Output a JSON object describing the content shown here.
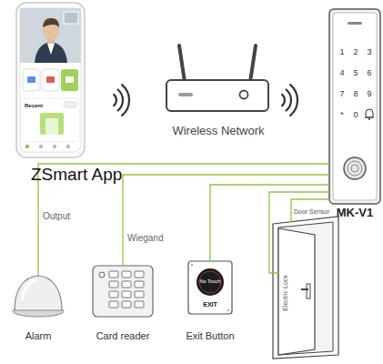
{
  "diagram": {
    "nodes": [
      {
        "text": [
          "ZSmart App"
        ]
      },
      {
        "text": [
          "Wireless Network"
        ]
      },
      {
        "text": [
          "MK-V1"
        ]
      },
      {
        "text": [
          "Alarm"
        ]
      },
      {
        "text": [
          "Card reader"
        ]
      },
      {
        "text": [
          "Exit Button"
        ]
      }
    ],
    "edges": [
      {
        "from": 2,
        "to": 3,
        "label": "Output",
        "arrow": "none"
      },
      {
        "from": 2,
        "to": 4,
        "label": "Wiegand",
        "arrow": "none"
      },
      {
        "from": 2,
        "to": 5,
        "arrow": "none"
      }
    ],
    "labels": [
      "Recent",
      "1",
      "2",
      "3",
      "4",
      "5",
      "6",
      "7",
      "8",
      "9",
      "*",
      "0",
      "No Touch",
      "EXIT",
      "Door Sensor",
      "Electric Lock"
    ]
  }
}
